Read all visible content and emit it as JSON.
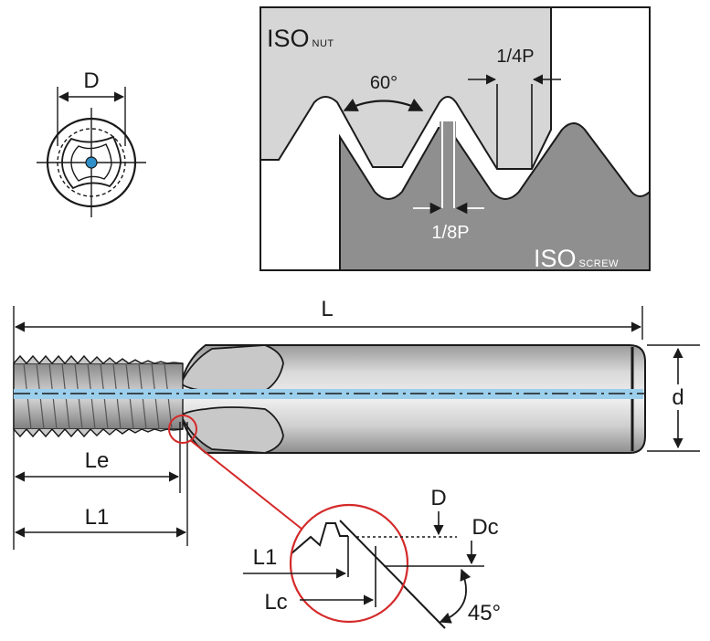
{
  "end_view": {
    "label_D": "D"
  },
  "thread_profile": {
    "nut_label": "ISO",
    "nut_sub": "NUT",
    "screw_label": "ISO",
    "screw_sub": "SCREW",
    "angle": "60°",
    "crest_nut": "1/4P",
    "crest_screw": "1/8P"
  },
  "side_view": {
    "label_L": "L",
    "label_d": "d",
    "label_Le": "Le",
    "label_L1": "L1",
    "coolant_color": "#9ccfec"
  },
  "detail": {
    "label_D": "D",
    "label_Dc": "Dc",
    "label_L1": "L1",
    "label_Lc": "Lc",
    "angle": "45°",
    "circle_color": "#d42a2a"
  }
}
